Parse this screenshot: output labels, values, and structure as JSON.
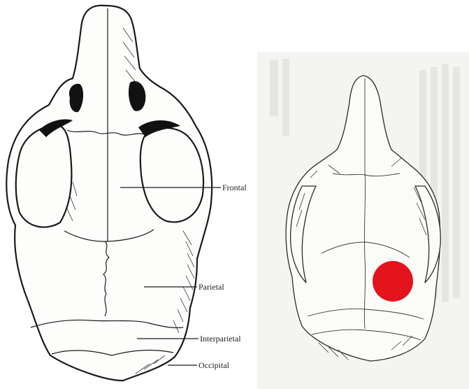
{
  "left_diagram": {
    "labels": {
      "frontal": "Frontal",
      "parietal": "Parietal",
      "interparietal": "Interparietal",
      "occipital": "Occipital"
    }
  },
  "right_diagram": {
    "marker_color": "#e3141c"
  },
  "colors": {
    "ink": "#1a1a1a",
    "photo_background": "#f4f4f2"
  }
}
